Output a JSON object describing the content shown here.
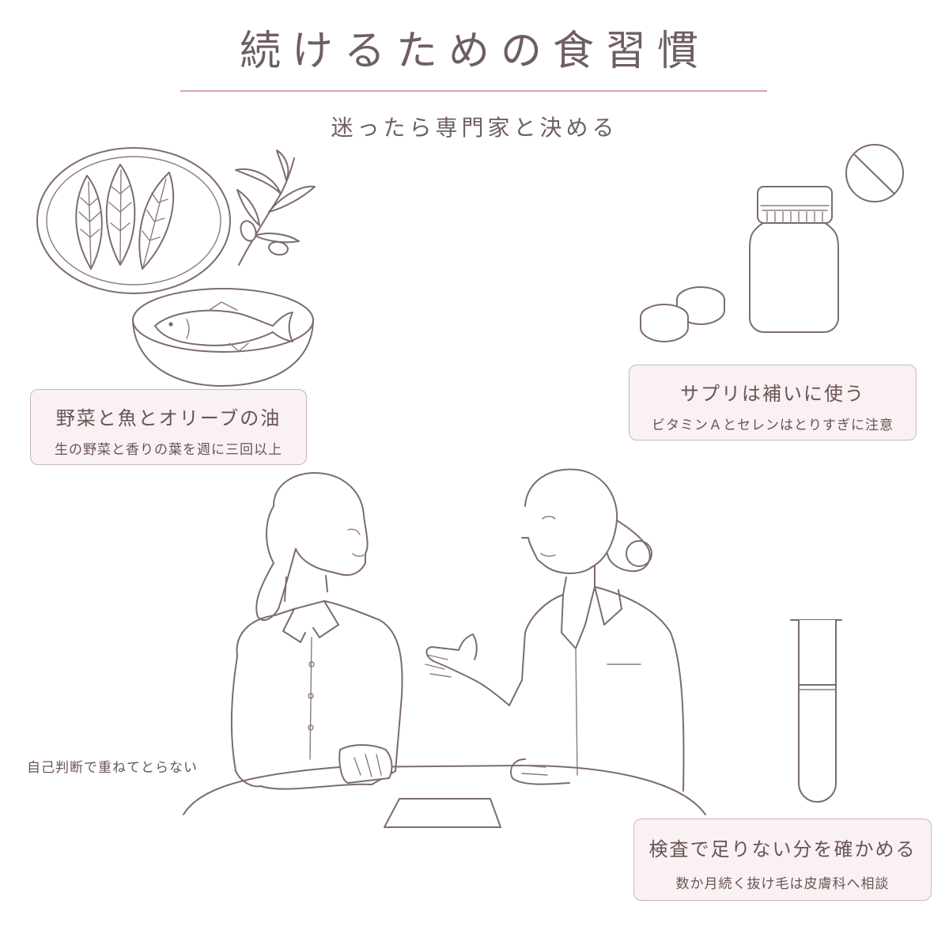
{
  "header": {
    "title": "続けるための食習慣",
    "subtitle": "迷ったら専門家と決める"
  },
  "cards": {
    "food": {
      "main": "野菜と魚とオリーブの油",
      "sub": "生の野菜と香りの葉を週に三回以上"
    },
    "supplement": {
      "main": "サプリは補いに使う",
      "sub": "ビタミンＡとセレンはとりすぎに注意"
    },
    "test": {
      "main": "検査で足りない分を確かめる",
      "sub": "数か月続く抜け毛は皮膚科へ相談"
    }
  },
  "side_note": "自己判断で重ねてとらない",
  "icons": [
    "leafy-greens-plate-icon",
    "olive-branch-icon",
    "fish-bowl-icon",
    "supplement-bottle-icon",
    "tablet-icon",
    "test-tube-icon"
  ],
  "colors": {
    "accent_rule": "#dba3b1",
    "card_bg": "#f9f1f2",
    "line": "#7d6b6e",
    "text": "#6a5357"
  }
}
